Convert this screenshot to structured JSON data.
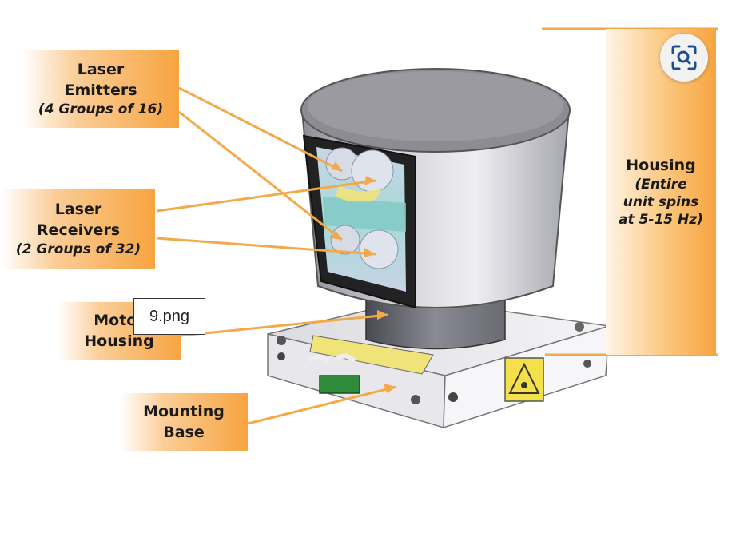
{
  "image": {
    "filename_tooltip": "9.png",
    "lens_icon": "visual-search-icon"
  },
  "callouts": {
    "emitters": {
      "line1": "Laser",
      "line2": "Emitters",
      "sub": "(4 Groups of 16)"
    },
    "receivers": {
      "line1": "Laser",
      "line2": "Receivers",
      "sub": "(2 Groups of 32)"
    },
    "motor": {
      "line1": "Motor",
      "line2": "Housing"
    },
    "mount": {
      "line1": "Mounting",
      "line2": "Base"
    },
    "housing": {
      "title": "Housing",
      "sub1": "(Entire",
      "sub2": "unit spins",
      "sub3": "at 5-15 Hz)"
    }
  },
  "colors": {
    "callout_orange": "#f7a440",
    "leader_line": "#f3a94a",
    "body_gray": "#b9b9bf",
    "lid_gray": "#8c8c92",
    "window_teal": "#a8d8d8",
    "connector_green": "#2e8b3a",
    "warning_yellow": "#f4e04a"
  }
}
